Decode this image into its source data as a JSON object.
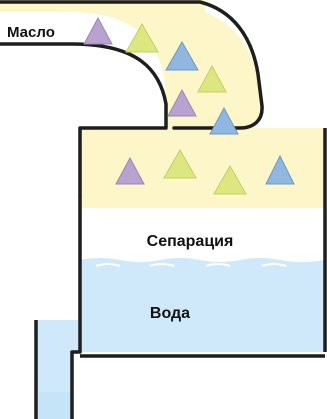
{
  "labels": {
    "oil": "Масло",
    "separation": "Сепарация",
    "water": "Вода"
  },
  "colors": {
    "oil_fill": "#fdf6c9",
    "water_fill": "#cfe9fa",
    "separation_fill": "#ffffff",
    "outline": "#1e1e1e",
    "particle_purple": "#b8a2cf",
    "particle_yellow": "#dde782",
    "particle_blue": "#8fb7df",
    "particle_stroke_purple": "#9c86b8",
    "particle_stroke_yellow": "#c4cf60",
    "particle_stroke_blue": "#6d98c6"
  },
  "particles": [
    {
      "kind": "purple"
    },
    {
      "kind": "yellow"
    },
    {
      "kind": "blue"
    },
    {
      "kind": "yellow"
    },
    {
      "kind": "purple"
    },
    {
      "kind": "blue"
    },
    {
      "kind": "purple"
    },
    {
      "kind": "yellow"
    },
    {
      "kind": "yellow"
    },
    {
      "kind": "blue"
    }
  ]
}
